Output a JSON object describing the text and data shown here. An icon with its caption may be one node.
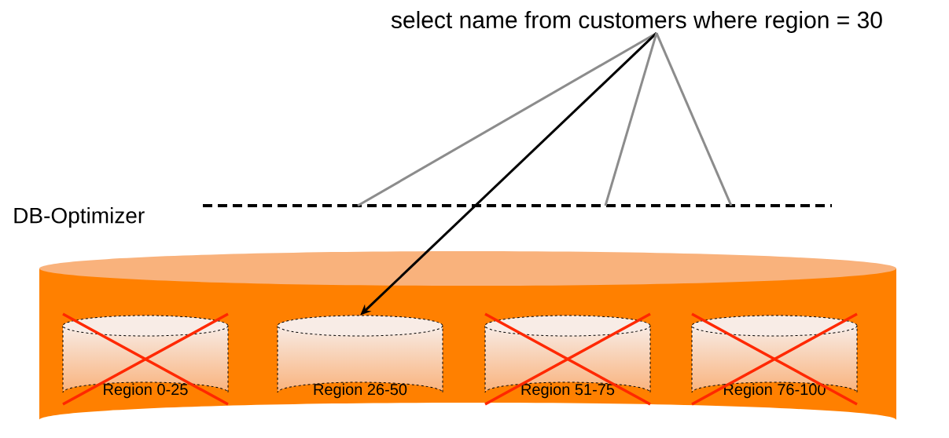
{
  "diagram": {
    "nodes": [
      {
        "text": [
          "select name from customers where region = 30"
        ]
      },
      {
        "text": [],
        "shape": "bar"
      },
      {
        "text": [],
        "shape": "cylinder"
      },
      {
        "text": [
          "Region 0-25"
        ],
        "in": 2
      },
      {
        "text": [
          "Region 26-50"
        ],
        "in": 2
      },
      {
        "text": [
          "Region 51-75"
        ],
        "in": 2
      },
      {
        "text": [
          "Region 76-100"
        ],
        "in": 2
      }
    ],
    "edges": [
      {
        "from": 0,
        "to": 1,
        "arrow": "none",
        "color": "#8c8c8c"
      },
      {
        "from": 0,
        "to": 4,
        "arrow": "to",
        "color": "#000000"
      },
      {
        "from": 0,
        "to": 1,
        "arrow": "none",
        "color": "#8c8c8c"
      },
      {
        "from": 0,
        "to": 1,
        "arrow": "none",
        "color": "#8c8c8c"
      }
    ],
    "labels": [
      "DB-Optimizer"
    ]
  }
}
